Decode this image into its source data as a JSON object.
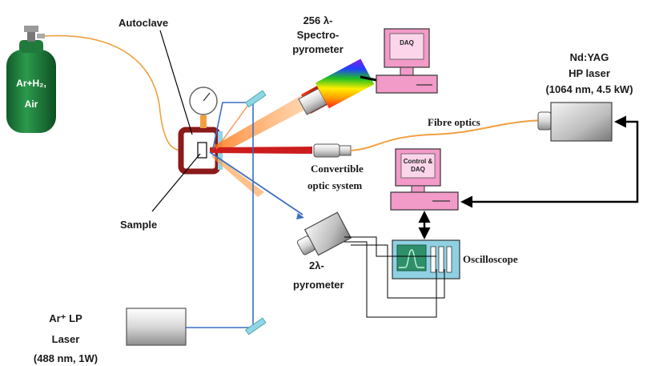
{
  "labels": {
    "gas_line1": "Ar+H₂,",
    "gas_line2": "Air",
    "autoclave": "Autoclave",
    "sample": "Sample",
    "spectro_line1": "256 λ-",
    "spectro_line2": "Spectro-",
    "spectro_line3": "pyrometer",
    "daq_top": "DAQ",
    "daq_bottom_line1": "Control &",
    "daq_bottom_line2": "DAQ",
    "ndyag_line1": "Nd:YAG",
    "ndyag_line2": "HP laser",
    "ndyag_line3": "(1064 nm, 4.5 kW)",
    "fibre": "Fibre optics",
    "convertible_line1": "Convertible",
    "convertible_line2": "optic system",
    "two_lambda_line1": "2λ-",
    "two_lambda_line2": "pyrometer",
    "oscilloscope": "Oscilloscope",
    "arlp_line1": "Ar⁺ LP",
    "arlp_line2": "Laser",
    "arlp_line3": "(488 nm, 1W)"
  },
  "colors": {
    "gas_cylinder": "#1f7a3c",
    "fibre": "#f0a040",
    "autoclave_frame": "#8b1a1a",
    "window": "#8fd6e6",
    "blue_laser": "#3a6fc4",
    "monitor": "#f29ac8",
    "scope_body": "#8fd1e3",
    "scope_screen": "#2f8f6a",
    "heat_red": "#cc1c1c"
  }
}
